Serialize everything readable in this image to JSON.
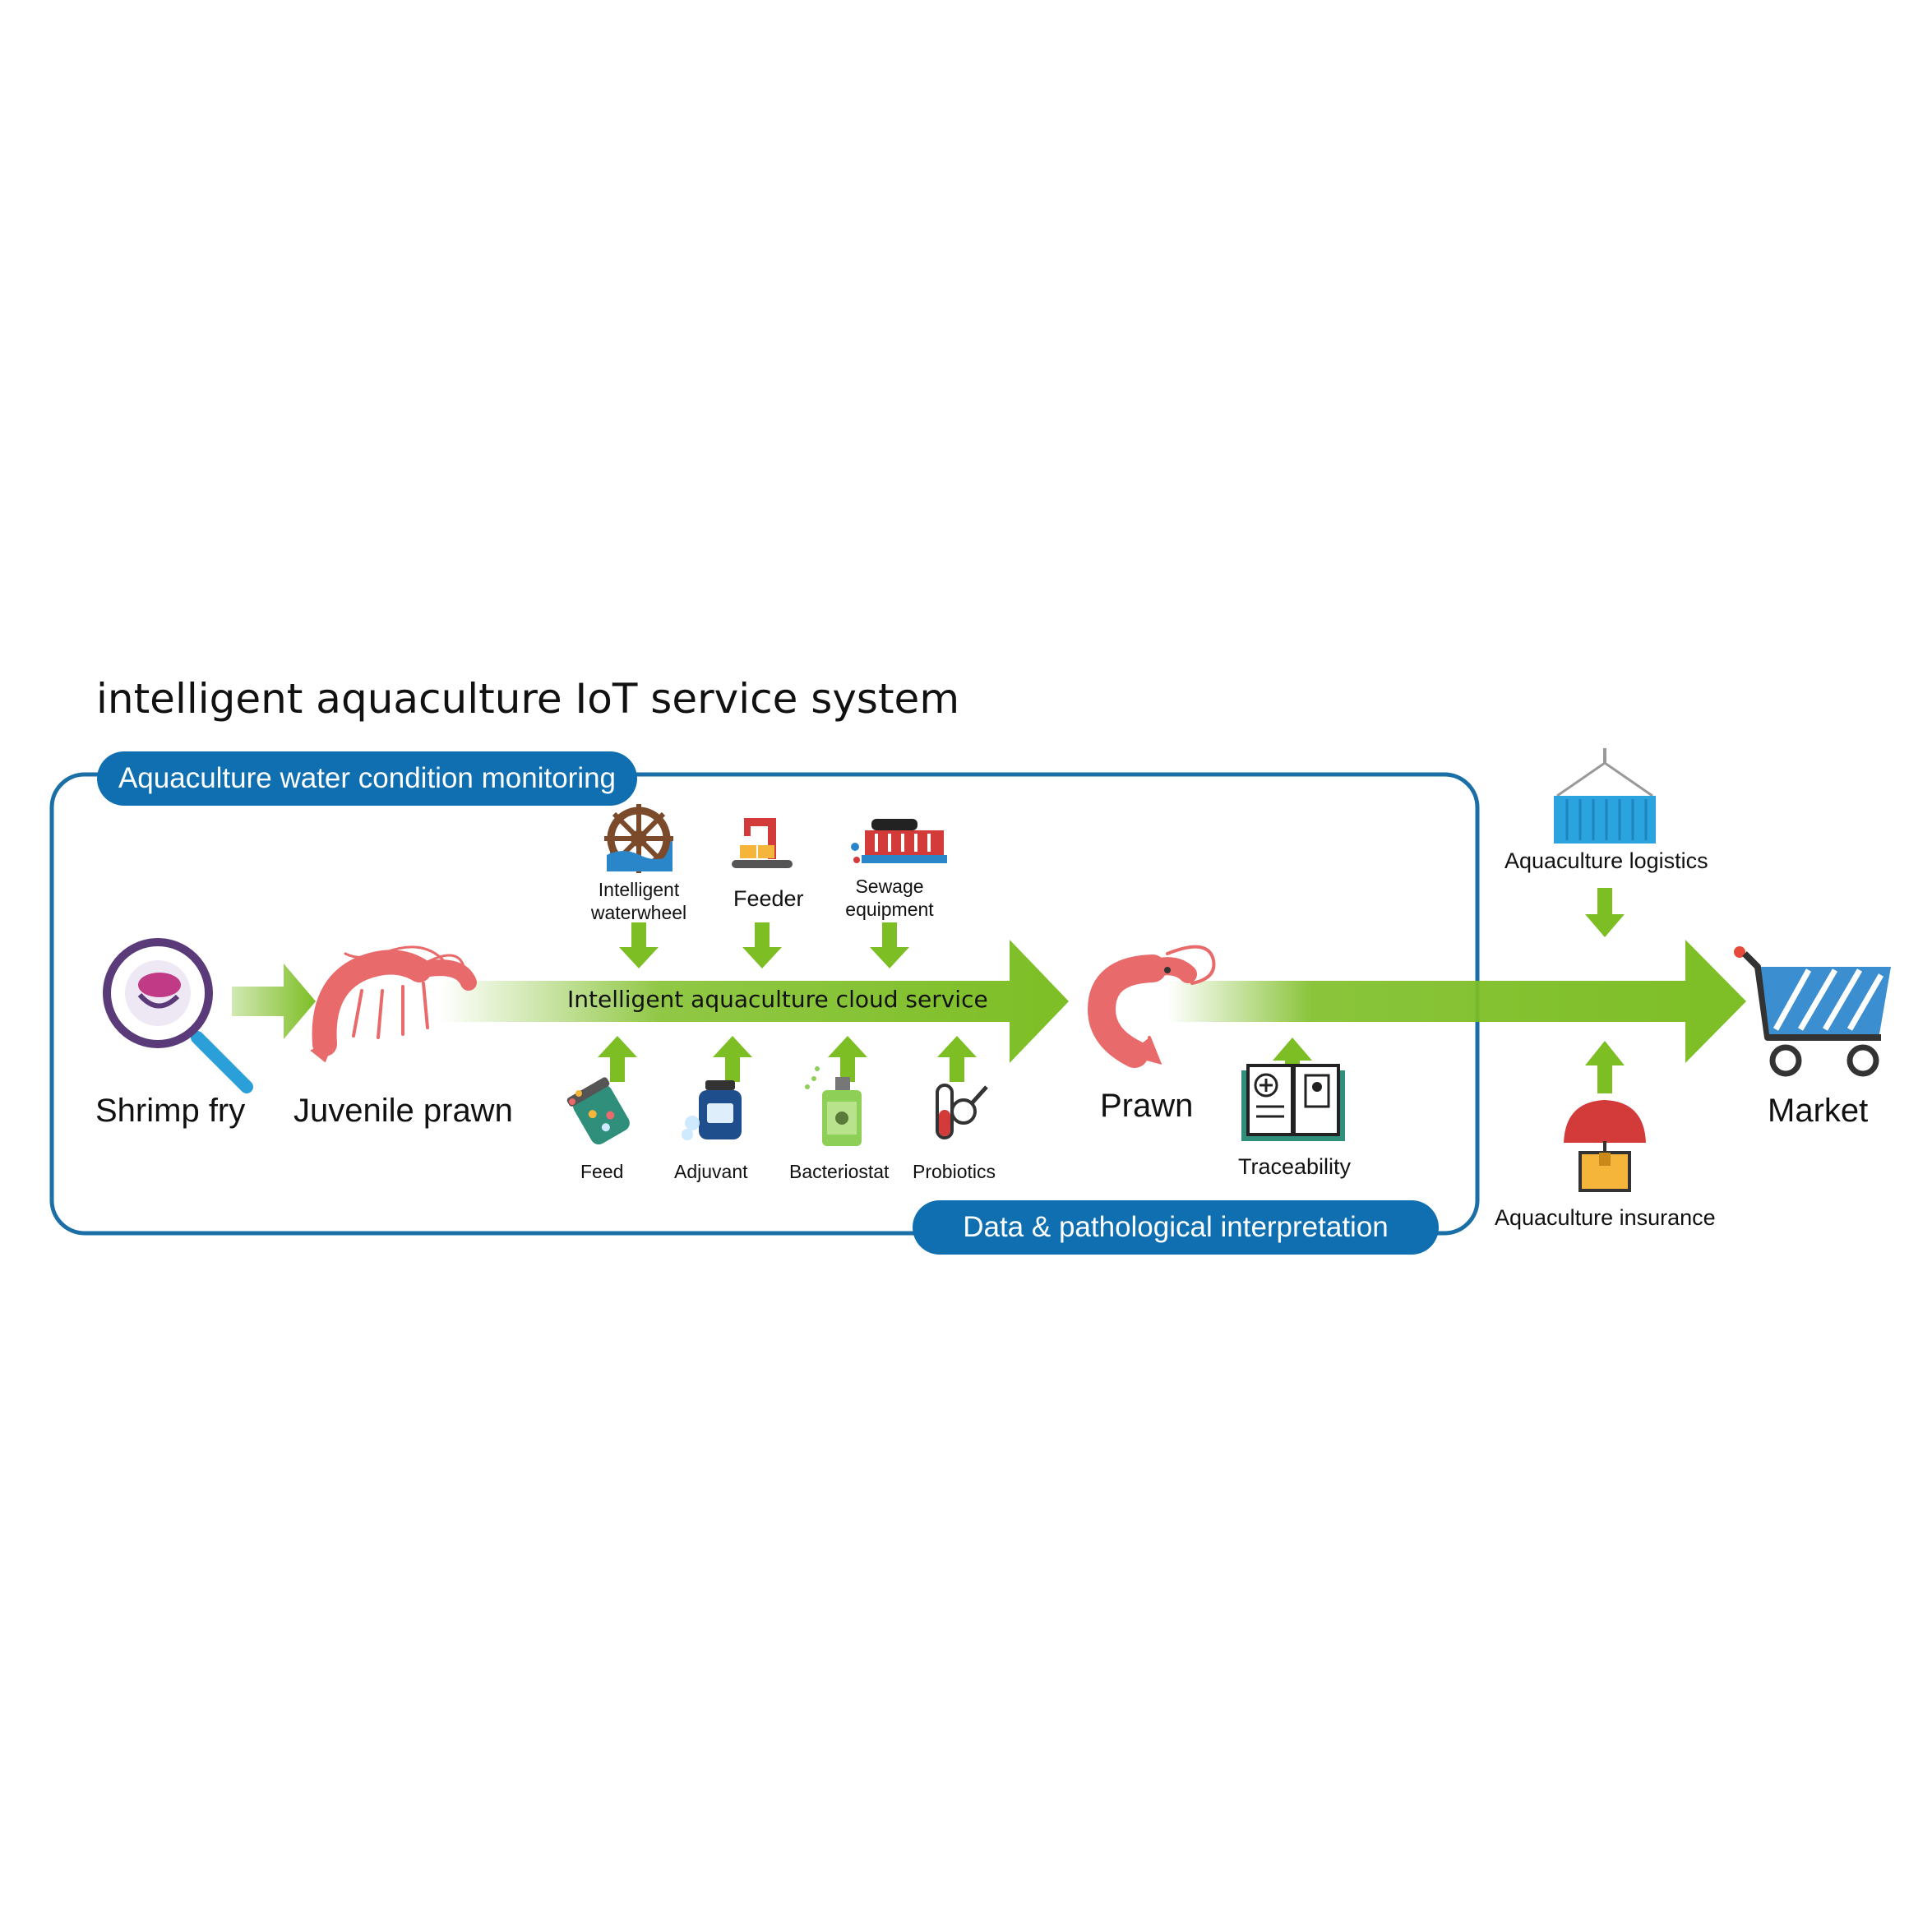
{
  "title": "intelligent aquaculture IoT service system",
  "monitoring_label": "Aquaculture water condition monitoring",
  "data_label": "Data & pathological  interpretation",
  "cloud_service": "Intelligent aquaculture cloud service",
  "stages": {
    "shrimp_fry": "Shrimp fry",
    "juvenile": "Juvenile prawn",
    "prawn": "Prawn",
    "market": "Market"
  },
  "equipment": {
    "waterwheel": "Intelligent waterwheel",
    "feeder": "Feeder",
    "sewage": "Sewage equipment"
  },
  "inputs": {
    "feed": "Feed",
    "adjuvant": "Adjuvant",
    "bacteriostat": "Bacteriostat",
    "probiotics": "Probiotics"
  },
  "traceability": "Traceability",
  "logistics": "Aquaculture logistics",
  "insurance": "Aquaculture insurance",
  "colors": {
    "arrow_green": "#7dbe25",
    "pill_blue": "#0f6fb0",
    "frame_blue": "#1a6fa6",
    "shrimp_pink": "#e86a6a",
    "container_blue": "#2ba3de",
    "cart_blue": "#3b8fd0"
  }
}
